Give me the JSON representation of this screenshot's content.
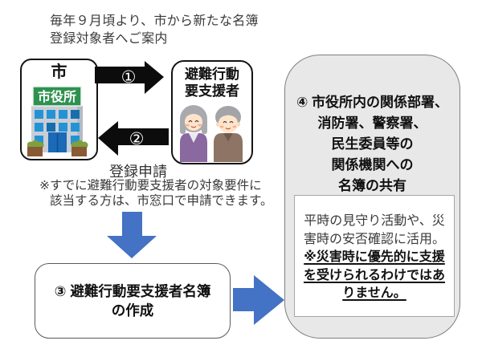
{
  "header": {
    "line1": "毎年９月頃より、市から新たな名簿",
    "line2": "登録対象者へご案内"
  },
  "city_box": {
    "title": "市",
    "building_sign": "市役所"
  },
  "arrows": {
    "step1_label": "①",
    "step2_label": "②"
  },
  "support_box": {
    "title_line1": "避難行動",
    "title_line2": "要支援者"
  },
  "registration": {
    "label": "登録申請",
    "note_line1": "※すでに避難行動要支援者の対象要件に",
    "note_line2": "該当する方は、市窓口で申請できます。"
  },
  "box3": {
    "line1": "③ 避難行動要支援者名簿",
    "line2": "の作成"
  },
  "box4": {
    "lines": [
      "④ 市役所内の関係部署、",
      "消防署、警察署、",
      "民生委員等の",
      "関係機関への",
      "名簿の共有"
    ],
    "inner": {
      "normal_text": "平時の見守り活動や、災害時の安否確認に活用。",
      "emphasis_text": "※災害時に優先的に支援を受けられるわけではありません。"
    }
  },
  "colors": {
    "process_arrow_black": "#0c0c0c",
    "flow_arrow_blue": "#4472c4",
    "box4_background": "#e9e8e8",
    "box4_border": "#7f7f7f",
    "inner_box_border": "#a6a6a6",
    "sign_green": "#2f9150"
  }
}
